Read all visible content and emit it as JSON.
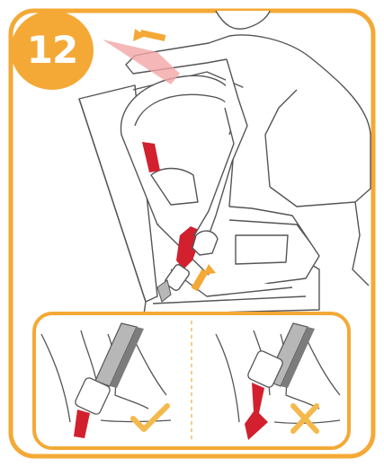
{
  "step": {
    "number": "12"
  },
  "colors": {
    "accent": "#f4a936",
    "belt_red": "#d2202f",
    "belt_grey": "#b7b7b7",
    "line": "#555555",
    "arrow_pink": "#f2a5a5",
    "check_mark": "#f4b94c",
    "cross_mark": "#f4b94c"
  },
  "icons": {
    "step_badge": "step-number-badge",
    "pull_arrow": "arrow-up-left-icon",
    "push_arrow": "arrow-up-right-icon",
    "correct": "check-icon",
    "incorrect": "cross-icon"
  },
  "panels": {
    "correct": {
      "status": "correct"
    },
    "incorrect": {
      "status": "incorrect"
    }
  }
}
